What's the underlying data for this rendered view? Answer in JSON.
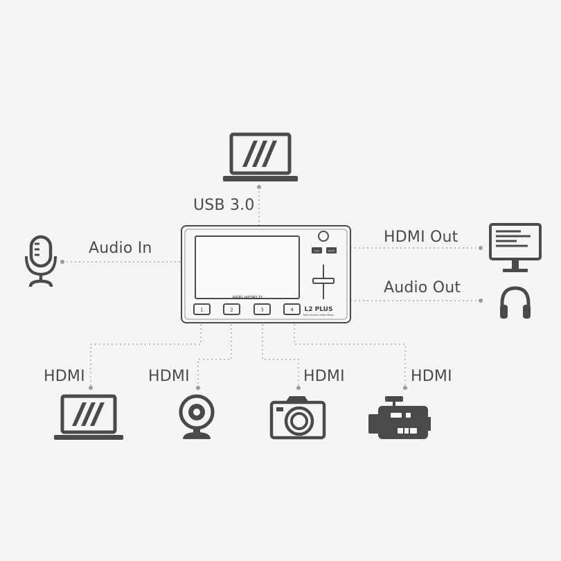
{
  "labels": {
    "usb": "USB 3.0",
    "audio_in": "Audio In",
    "hdmi_out": "HDMI Out",
    "audio_out": "Audio Out",
    "hdmi_1": "HDMI",
    "hdmi_2": "HDMI",
    "hdmi_3": "HDMI",
    "hdmi_4": "HDMI"
  },
  "device": {
    "brand": "FEELWORLD",
    "model": "L2 PLUS",
    "subtitle": "Multi-format Video Mixer",
    "buttons": [
      "1",
      "2",
      "3",
      "4"
    ],
    "small_buttons": [
      "CUT",
      "AUTO"
    ]
  },
  "icons": {
    "top": "laptop-icon",
    "left": "microphone-icon",
    "right_top": "monitor-icon",
    "right_bottom": "headphones-icon",
    "bottom": [
      "laptop-icon",
      "webcam-icon",
      "camera-icon",
      "camcorder-icon"
    ]
  },
  "colors": {
    "background": "#f5f5f5",
    "icon": "#4a4a4a",
    "connector": "#a9a9a9"
  }
}
